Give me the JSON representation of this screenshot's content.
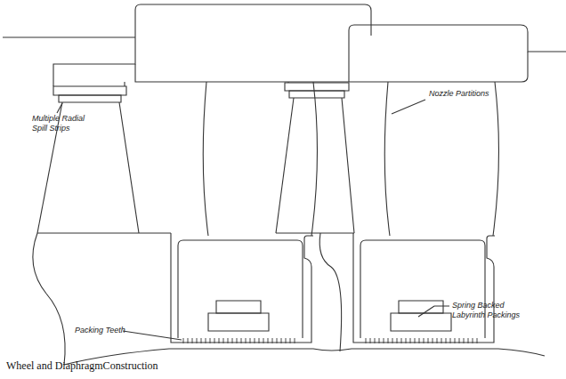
{
  "diagram": {
    "caption": "Wheel and DiaphragmConstruction",
    "labels": [
      "Multiple Radial Spill Strips",
      "Nozzle Partitions",
      "Spring Backed Labyrinth Packings",
      "Packing Teeth"
    ]
  }
}
